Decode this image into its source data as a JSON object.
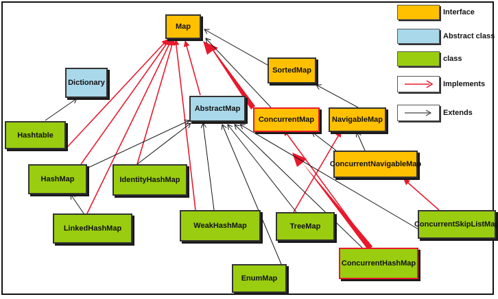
{
  "nodes": {
    "map": "Map",
    "dictionary": "Dictionary",
    "sortedmap": "SortedMap",
    "abstractmap": "AbstractMap",
    "concurrentmap": "ConcurrentMap",
    "navigablemap": "NavigableMap",
    "hashtable": "Hashtable",
    "concurrentnavigablemap": "ConcurrentNavigableMap",
    "hashmap": "HashMap",
    "identityhashmap": "IdentityHashMap",
    "linkedhashmap": "LinkedHashMap",
    "weakhashmap": "WeakHashMap",
    "treemap": "TreeMap",
    "concurrentskiplistmap": "ConcurrentSkipListMap",
    "concurrenthashmap": "ConcurrentHashMap",
    "enummap": "EnumMap"
  },
  "legend": {
    "interface": "Interface",
    "abstract_class": "Abstract class",
    "class": "class",
    "implements": "Implements",
    "extends": "Extends"
  },
  "colors": {
    "interface": "#ffc000",
    "abstract_class": "#a9d8ea",
    "class": "#9acd0f",
    "implements_arrow": "#e8192c",
    "extends_arrow": "#111111"
  }
}
